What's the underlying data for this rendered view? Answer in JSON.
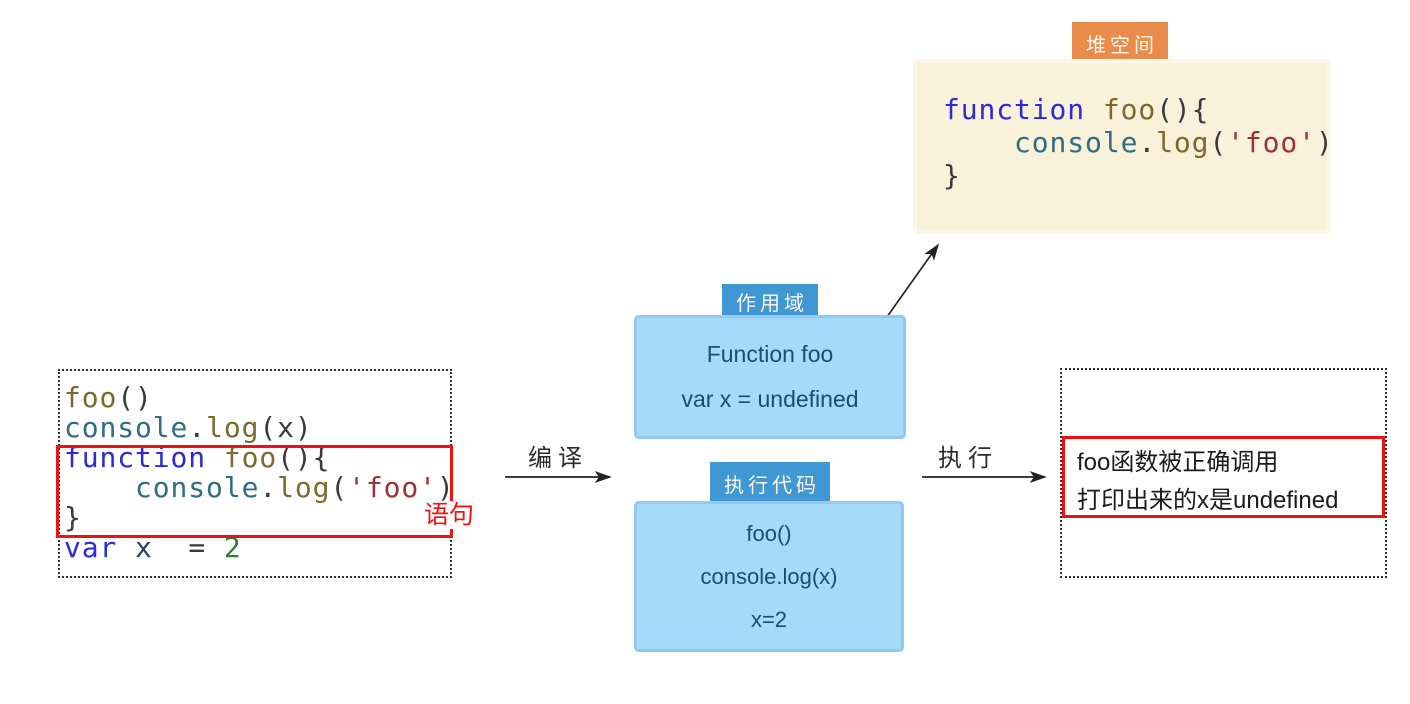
{
  "palette": {
    "tab_blue": "#3f98d4",
    "panel_blue": "#a7daf8",
    "tab_orange": "#e88c4c",
    "panel_beige": "#faf1da",
    "highlight_red": "#ee1212",
    "navy_text": "#1e4a74",
    "code_keyword": "#2a2ad6",
    "code_function": "#7c6a2c",
    "code_object": "#2e6e80",
    "code_string": "#9c3333",
    "code_number": "#2e7d3d"
  },
  "source_box": {
    "statement_label": "语句",
    "code": [
      [
        {
          "t": "foo",
          "c": "func"
        },
        {
          "t": "()",
          "c": "plain"
        }
      ],
      [
        {
          "t": "console",
          "c": "obj"
        },
        {
          "t": ".",
          "c": "plain"
        },
        {
          "t": "log",
          "c": "func"
        },
        {
          "t": "(x)",
          "c": "plain"
        }
      ],
      [
        {
          "t": "function",
          "c": "kw"
        },
        {
          "t": " ",
          "c": "plain"
        },
        {
          "t": "foo",
          "c": "func"
        },
        {
          "t": "(){",
          "c": "plain"
        }
      ],
      [
        {
          "t": "    ",
          "c": "plain"
        },
        {
          "t": "console",
          "c": "obj"
        },
        {
          "t": ".",
          "c": "plain"
        },
        {
          "t": "log",
          "c": "func"
        },
        {
          "t": "(",
          "c": "plain"
        },
        {
          "t": "'foo'",
          "c": "str"
        },
        {
          "t": ")",
          "c": "plain"
        }
      ],
      [
        {
          "t": "}",
          "c": "plain"
        }
      ],
      [
        {
          "t": "var",
          "c": "kw"
        },
        {
          "t": " ",
          "c": "plain"
        },
        {
          "t": "x",
          "c": "var"
        },
        {
          "t": "  = ",
          "c": "plain"
        },
        {
          "t": "2",
          "c": "num"
        }
      ]
    ]
  },
  "compile_arrow": {
    "label": "编译"
  },
  "execute_arrow": {
    "label": "执行"
  },
  "scope": {
    "tab": "作用域",
    "lines": [
      "Function foo",
      "var x = undefined"
    ]
  },
  "exec_code": {
    "tab": "执行代码",
    "lines": [
      "foo()",
      "console.log(x)",
      "x=2"
    ]
  },
  "heap": {
    "tab": "堆空间",
    "code": [
      [
        {
          "t": "function",
          "c": "kw"
        },
        {
          "t": " ",
          "c": "plain"
        },
        {
          "t": "foo",
          "c": "func"
        },
        {
          "t": "(){",
          "c": "plain"
        }
      ],
      [
        {
          "t": "    ",
          "c": "plain"
        },
        {
          "t": "console",
          "c": "obj"
        },
        {
          "t": ".",
          "c": "plain"
        },
        {
          "t": "log",
          "c": "func"
        },
        {
          "t": "(",
          "c": "plain"
        },
        {
          "t": "'foo'",
          "c": "str"
        },
        {
          "t": ")",
          "c": "plain"
        }
      ],
      [
        {
          "t": "}",
          "c": "plain"
        }
      ]
    ]
  },
  "result": {
    "lines": [
      "foo函数被正确调用",
      "打印出来的x是undefined"
    ]
  }
}
